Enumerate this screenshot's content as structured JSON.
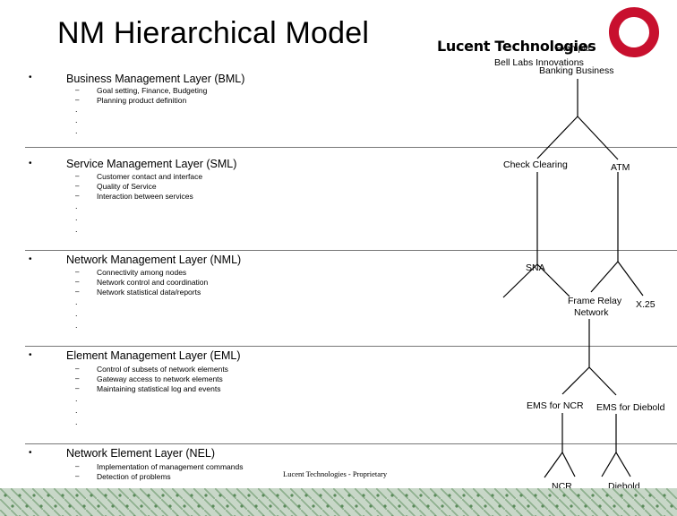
{
  "title": "NM Hierarchical Model",
  "logo": {
    "brand": "Lucent Technologies",
    "tagline": "Bell Labs Innovations"
  },
  "example": {
    "label": "Example",
    "root": "Banking Business"
  },
  "layers": [
    {
      "name": "Business Management Layer (BML)",
      "items": [
        "Goal setting, Finance, Budgeting",
        "Planning product definition"
      ]
    },
    {
      "name": "Service Management Layer (SML)",
      "items": [
        "Customer contact and interface",
        "Quality of Service",
        "Interaction between services"
      ]
    },
    {
      "name": "Network  Management Layer (NML)",
      "items": [
        "Connectivity among nodes",
        "Network control and coordination",
        "Network statistical data/reports"
      ]
    },
    {
      "name": "Element Management Layer (EML)",
      "items": [
        "Control of subsets of network elements",
        "Gateway access to network elements",
        "Maintaining statistical log and events"
      ]
    },
    {
      "name": "Network Element  Layer (NEL)",
      "items": [
        "Implementation of management commands",
        "Detection of problems"
      ]
    }
  ],
  "tree": {
    "check_clearing": "Check Clearing",
    "atm": "ATM",
    "sna": "SNA",
    "frame_relay": [
      "Frame Relay",
      "Network"
    ],
    "x25": "X.25",
    "ems_ncr": "EMS for NCR",
    "ems_diebold": "EMS for Diebold",
    "ncr": "NCR",
    "diebold": "Diebold"
  },
  "footer": "Lucent Technologies - Proprietary",
  "bullet_char": "•",
  "dash_char": "–",
  "dot_char": "."
}
